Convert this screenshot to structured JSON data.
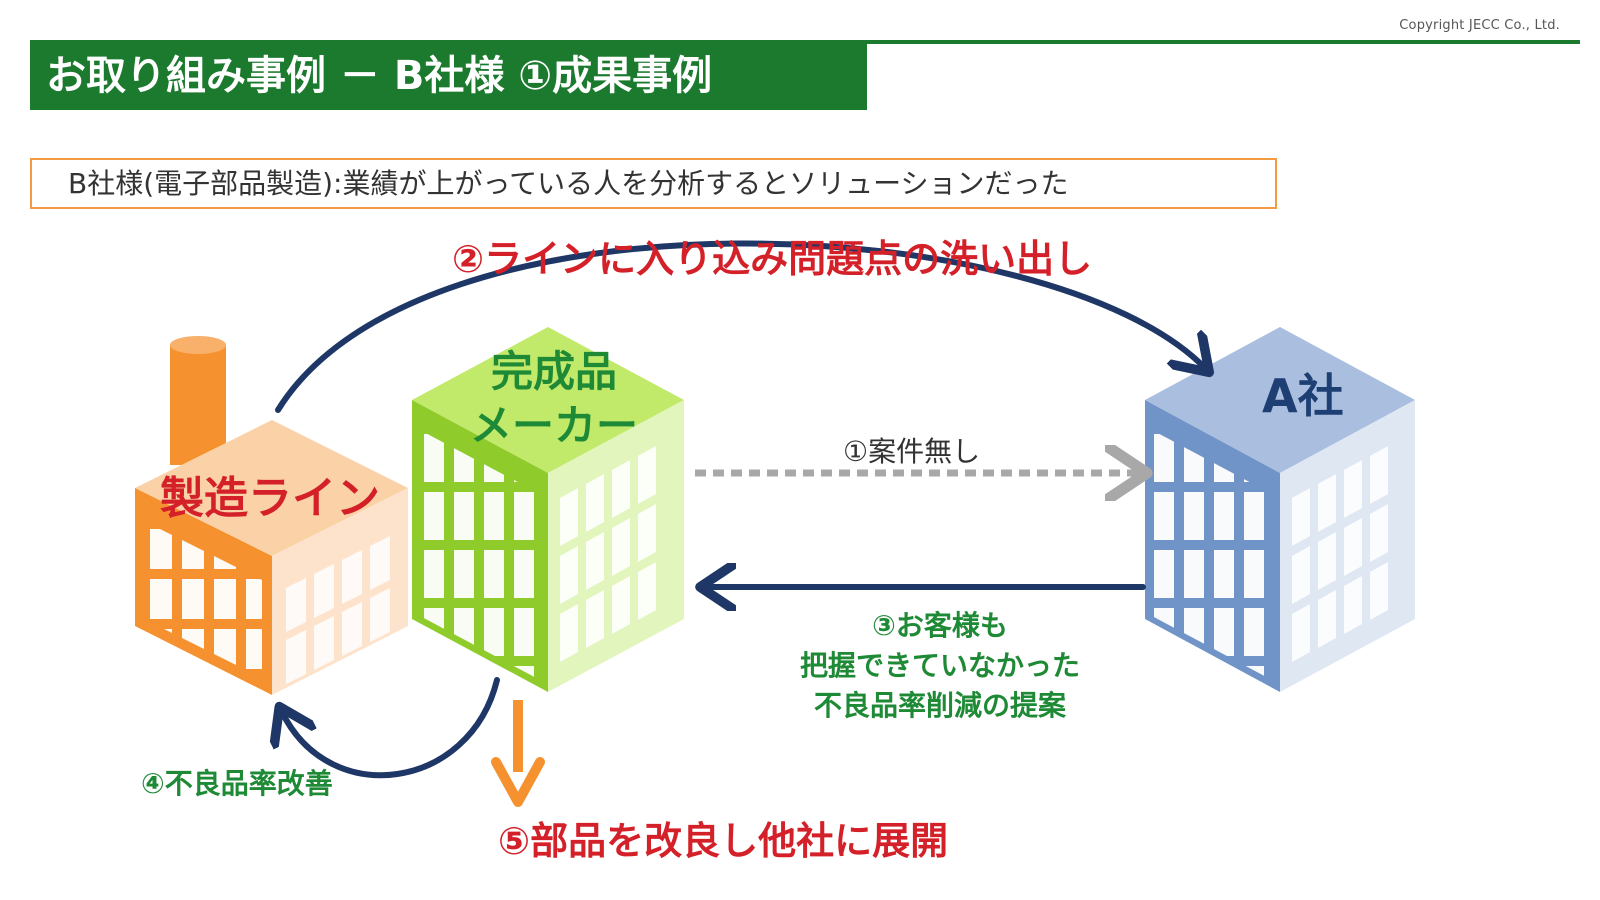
{
  "copyright": "Copyright JECC Co., Ltd.",
  "title": "お取り組み事例 － B社様 ①成果事例",
  "subtitle": "B社様(電子部品製造):業績が上がっている人を分析するとソリューションだった",
  "buildings": {
    "factory": "製造ライン",
    "maker_line1": "完成品",
    "maker_line2": "メーカー",
    "a_corp": "A社"
  },
  "steps": {
    "step1": "①案件無し",
    "step2": "②ラインに入り込み問題点の洗い出し",
    "step3_line1": "③お客様も",
    "step3_line2": "把握できていなかった",
    "step3_line3": "不良品率削減の提案",
    "step4": "④不良品率改善",
    "step5": "⑤部品を改良し他社に展開"
  },
  "colors": {
    "title_bg": "#1b7a2e",
    "accent_red": "#d42028",
    "accent_green": "#1f8a36",
    "arrow_navy": "#1e3766",
    "arrow_orange": "#f5922f",
    "arrow_gray": "#a8a8a8",
    "subtitle_border": "#f39a44"
  }
}
